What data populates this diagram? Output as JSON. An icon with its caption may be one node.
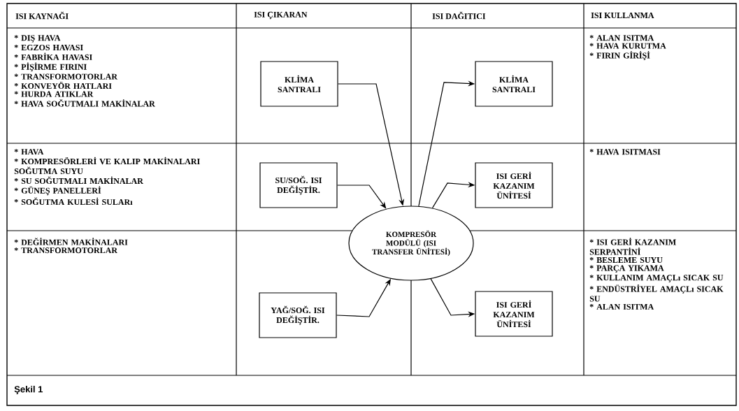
{
  "diagram": {
    "caption": "Şekil 1",
    "nodes": [
      {
        "text": [
          "KLİMA SANTRALI"
        ]
      },
      {
        "text": [
          "SU/SOĞ. ISI DEĞİŞTİR."
        ]
      },
      {
        "text": [
          "YAĞ/SOĞ. ISI DEĞİŞTİR."
        ]
      },
      {
        "text": [
          "KOMPRESÖR MODÜLÜ (ISI TRANSFER ÜNİTESİ)"
        ]
      },
      {
        "text": [
          "KLİMA SANTRALI"
        ]
      },
      {
        "text": [
          "ISI GERİ KAZANIM ÜNİTESİ"
        ]
      },
      {
        "text": [
          "ISI GERİ KAZANIM ÜNİTESİ"
        ]
      }
    ],
    "edges": [
      {
        "from": 0,
        "to": 3,
        "arrow": "to"
      },
      {
        "from": 1,
        "to": 3,
        "arrow": "to"
      },
      {
        "from": 2,
        "to": 3,
        "arrow": "to"
      },
      {
        "from": 3,
        "to": 4,
        "arrow": "to"
      },
      {
        "from": 3,
        "to": 5,
        "arrow": "to"
      },
      {
        "from": 3,
        "to": 6,
        "arrow": "to"
      }
    ],
    "labels": [
      "ISI KAYNAĞI",
      "ISI ÇIKARAN",
      "ISI DAĞITICI",
      "ISI KULLANMA",
      "* DIŞ HAVA",
      "* EGZOS HAVASI",
      "* FABRİKA HAVASI",
      "* PİŞİRME FIRINI",
      "* TRANSFORMOTORLAR",
      "* KONVEYÖR HATLARI",
      "* HURDA ATIKLAR",
      "* HAVA SOĞUTMALI MAKİNALAR",
      "* ALAN ISITMA",
      "* HAVA KURUTMA",
      "* FIRIN GİRİŞİ",
      "* HAVA",
      "* KOMPRESÖRLERİ VE KALIP MAKİNALARI SOĞUTMA SUYU",
      "* SU SOĞUTMALI MAKİNALAR",
      "* GÜNEŞ PANELLERİ",
      "* SOĞUTMA KULESİ SULARı",
      "* HAVA ISITMASI",
      "* DEĞİRMEN MAKİNALARI",
      "* TRANSFORMOTORLAR",
      "* ISI GERİ KAZANIM SERPANTİNİ",
      "* BESLEME SUYU",
      "* PARÇA YIKAMA",
      "* KULLANIM AMAÇLı SICAK SU",
      "* ENDÜSTRİYEL AMAÇLı SICAK SU",
      "* ALAN ISITMA"
    ]
  }
}
